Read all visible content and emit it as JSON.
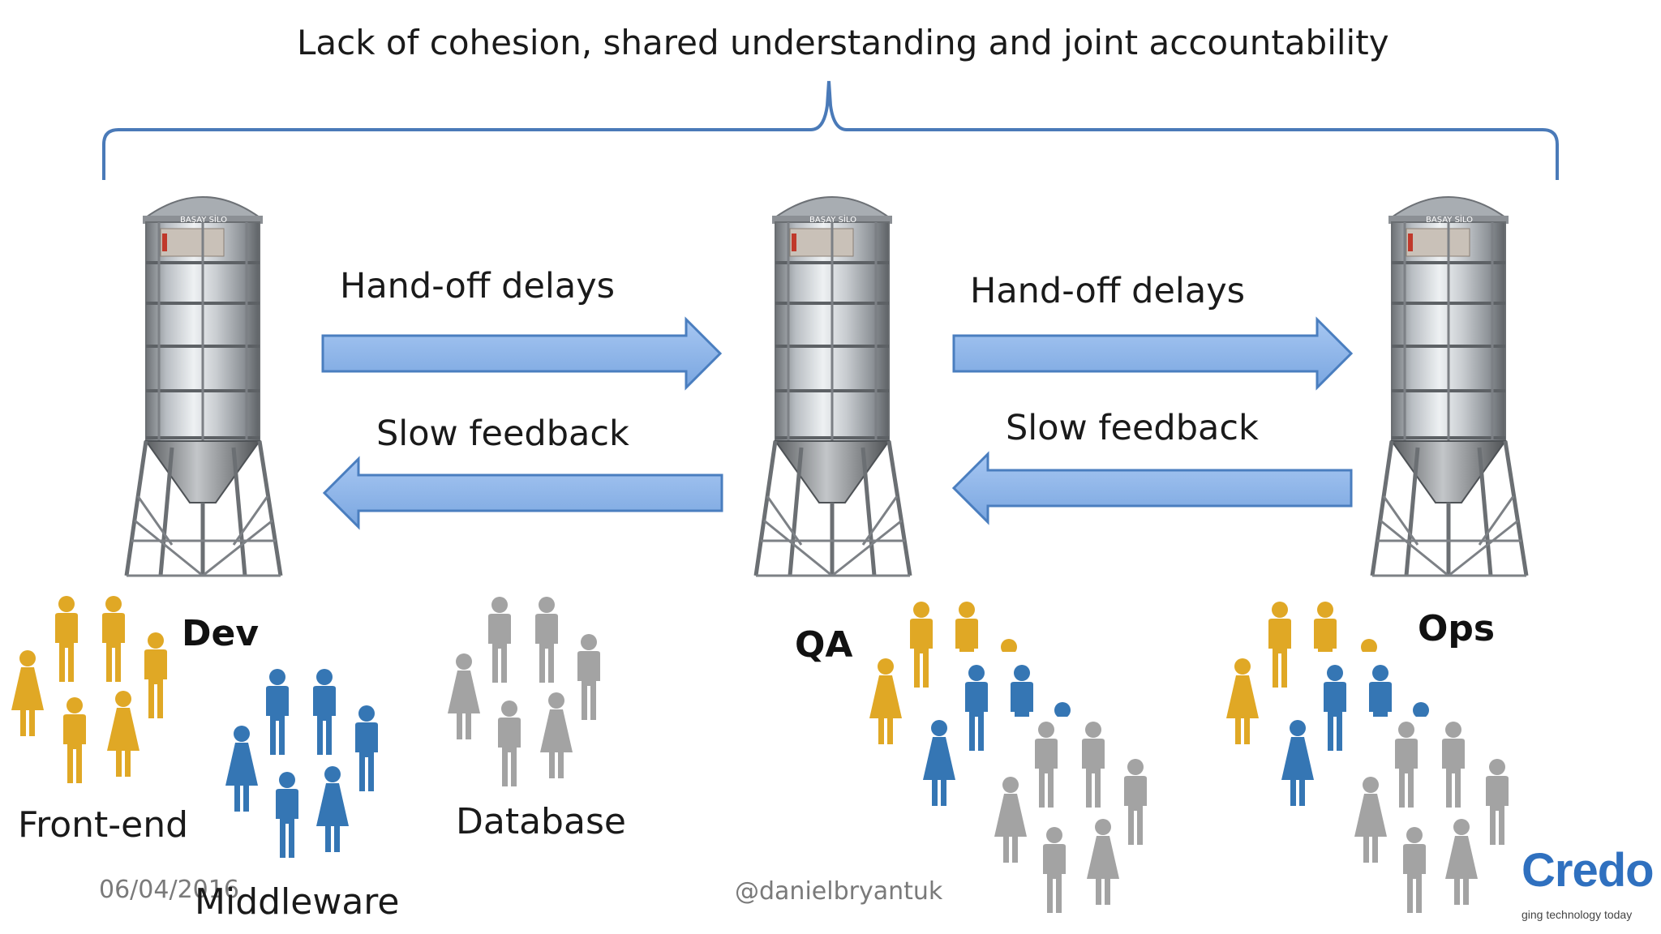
{
  "title": "Lack of cohesion, shared understanding and joint accountability",
  "arrows": {
    "handoff_1": "Hand-off delays",
    "feedback_1": "Slow feedback",
    "handoff_2": "Hand-off delays",
    "feedback_2": "Slow feedback"
  },
  "teams": {
    "dev": "Dev",
    "qa": "QA",
    "ops": "Ops"
  },
  "groups": {
    "frontend": "Front-end",
    "middleware": "Middleware",
    "database": "Database"
  },
  "silo_sign": "BAŞAY SİLO",
  "footer": {
    "date": "06/04/2016",
    "handle": "@danielbryantuk"
  },
  "logo": {
    "text": "Credo",
    "tagline": "ging technology today"
  },
  "colors": {
    "bracket": "#4a7ab8",
    "arrow_fill": "#8fb6ea",
    "arrow_stroke": "#4a7ebf",
    "frontend": "#e0a825",
    "middleware": "#3576b4",
    "database": "#a3a3a3",
    "logo": "#2f70bf"
  },
  "icons": [
    "silo-icon",
    "person-icon",
    "arrow-right-icon",
    "arrow-left-icon",
    "curly-brace-icon"
  ]
}
